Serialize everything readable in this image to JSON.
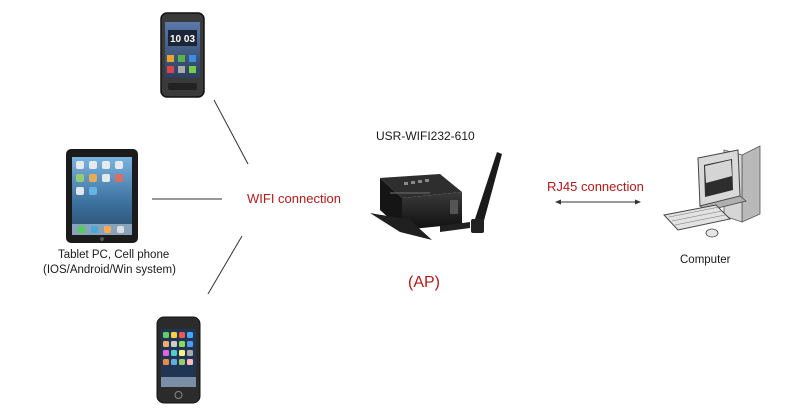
{
  "device": {
    "model_label": "USR-WIFI232-610",
    "mode_label": "(AP)"
  },
  "connections": {
    "wifi_label": "WIFI connection",
    "rj45_label": "RJ45 connection"
  },
  "clients": {
    "tablet_label_line1": "Tablet PC, Cell phone",
    "tablet_label_line2": "(IOS/Android/Win system)"
  },
  "computer": {
    "label": "Computer"
  },
  "phone_top": {
    "clock": "10 03"
  },
  "colors": {
    "label_red": "#b21a1a",
    "line": "#333333",
    "device_body": "#1d1d1d"
  }
}
